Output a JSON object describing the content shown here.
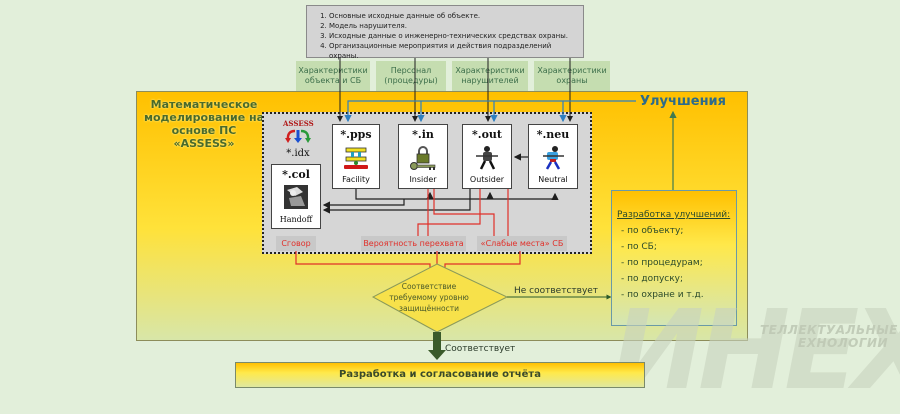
{
  "inputs": {
    "items": [
      "Основные исходные данные об объекте.",
      "Модель нарушителя.",
      "Исходные данные о инженерно-технических средствах охраны.",
      "Организационные мероприятия и действия подразделений охраны."
    ]
  },
  "categories": [
    {
      "line1": "Характеристики",
      "line2": "объекта и СБ"
    },
    {
      "line1": "Персонал",
      "line2": "(процедуры)"
    },
    {
      "line1": "Характеристики",
      "line2": "нарушителей"
    },
    {
      "line1": "Характеристики",
      "line2": "охраны"
    }
  ],
  "main": {
    "title_l1": "Математическое",
    "title_l2": "моделирование на",
    "title_l3": "основе ПС «ASSESS»",
    "improvements_label": "Улучшения"
  },
  "model": {
    "assess_logo": "ASSESS",
    "idx": "*.idx",
    "modules": [
      {
        "ext": "*.pps",
        "name": "Facility",
        "icon": "facility-icon"
      },
      {
        "ext": "*.in",
        "name": "Insider",
        "icon": "insider-key-lock-icon"
      },
      {
        "ext": "*.out",
        "name": "Outsider",
        "icon": "outsider-figure-icon"
      },
      {
        "ext": "*.neu",
        "name": "Neutral",
        "icon": "neutral-figure-icon"
      },
      {
        "ext": "*.col",
        "name": "Handoff",
        "icon": "handoff-image-icon"
      }
    ],
    "tags": [
      "Сговор",
      "Вероятность перехвата",
      "«Слабые места» СБ"
    ]
  },
  "improvements_box": {
    "heading": "Разработка улучшений:",
    "items": [
      "- по объекту;",
      "- по СБ;",
      "- по процедурам;",
      "- по допуску;",
      "- по охране и т.д."
    ]
  },
  "decision": {
    "l1": "Соответствие",
    "l2": "требуемому уровню",
    "l3": "защищённости",
    "no_label": "Не соответствует",
    "yes_label": "Соответствует"
  },
  "report": {
    "label": "Разработка и согласование отчёта"
  },
  "watermark": {
    "big": "ИНЕХ",
    "line1": "ТЕЛЛЕКТУАЛЬНЫЕ",
    "line2": "ЕХНОЛОГИИ"
  },
  "colors": {
    "control_flow": "#1f1f1f",
    "improvement_flow": "#2e7fc0",
    "result_flow": "#e0302a",
    "green_flow": "#3f7a50"
  }
}
